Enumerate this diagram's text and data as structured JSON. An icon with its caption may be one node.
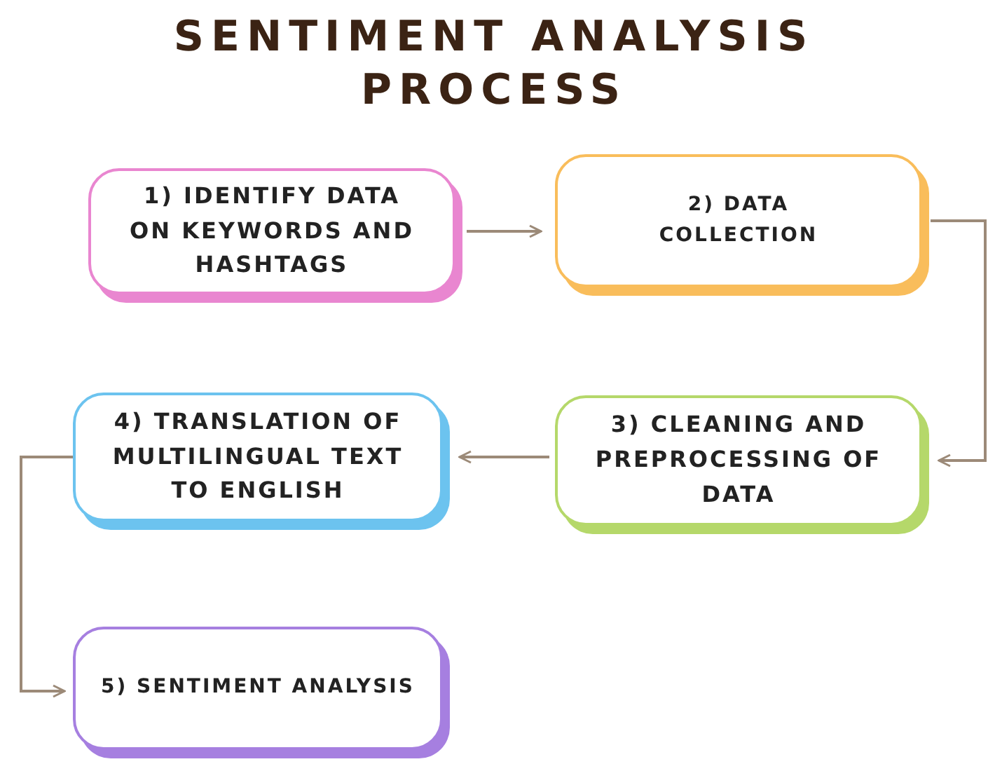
{
  "diagram": {
    "title": "SENTIMENT ANALYSIS PROCESS",
    "nodes": [
      {
        "text": [
          "1) IDENTIFY DATA ON KEYWORDS AND HASHTAGS"
        ]
      },
      {
        "text": [
          "2) DATA COLLECTION"
        ]
      },
      {
        "text": [
          "3) CLEANING AND PREPROCESSING OF DATA"
        ]
      },
      {
        "text": [
          "4) TRANSLATION OF MULTILINGUAL TEXT TO ENGLISH"
        ]
      },
      {
        "text": [
          "5) SENTIMENT ANALYSIS"
        ]
      }
    ],
    "edges": [
      {
        "from": 0,
        "to": 1,
        "arrow": "to"
      },
      {
        "from": 1,
        "to": 2,
        "arrow": "to"
      },
      {
        "from": 2,
        "to": 3,
        "arrow": "to"
      },
      {
        "from": 3,
        "to": 4,
        "arrow": "to"
      }
    ]
  }
}
